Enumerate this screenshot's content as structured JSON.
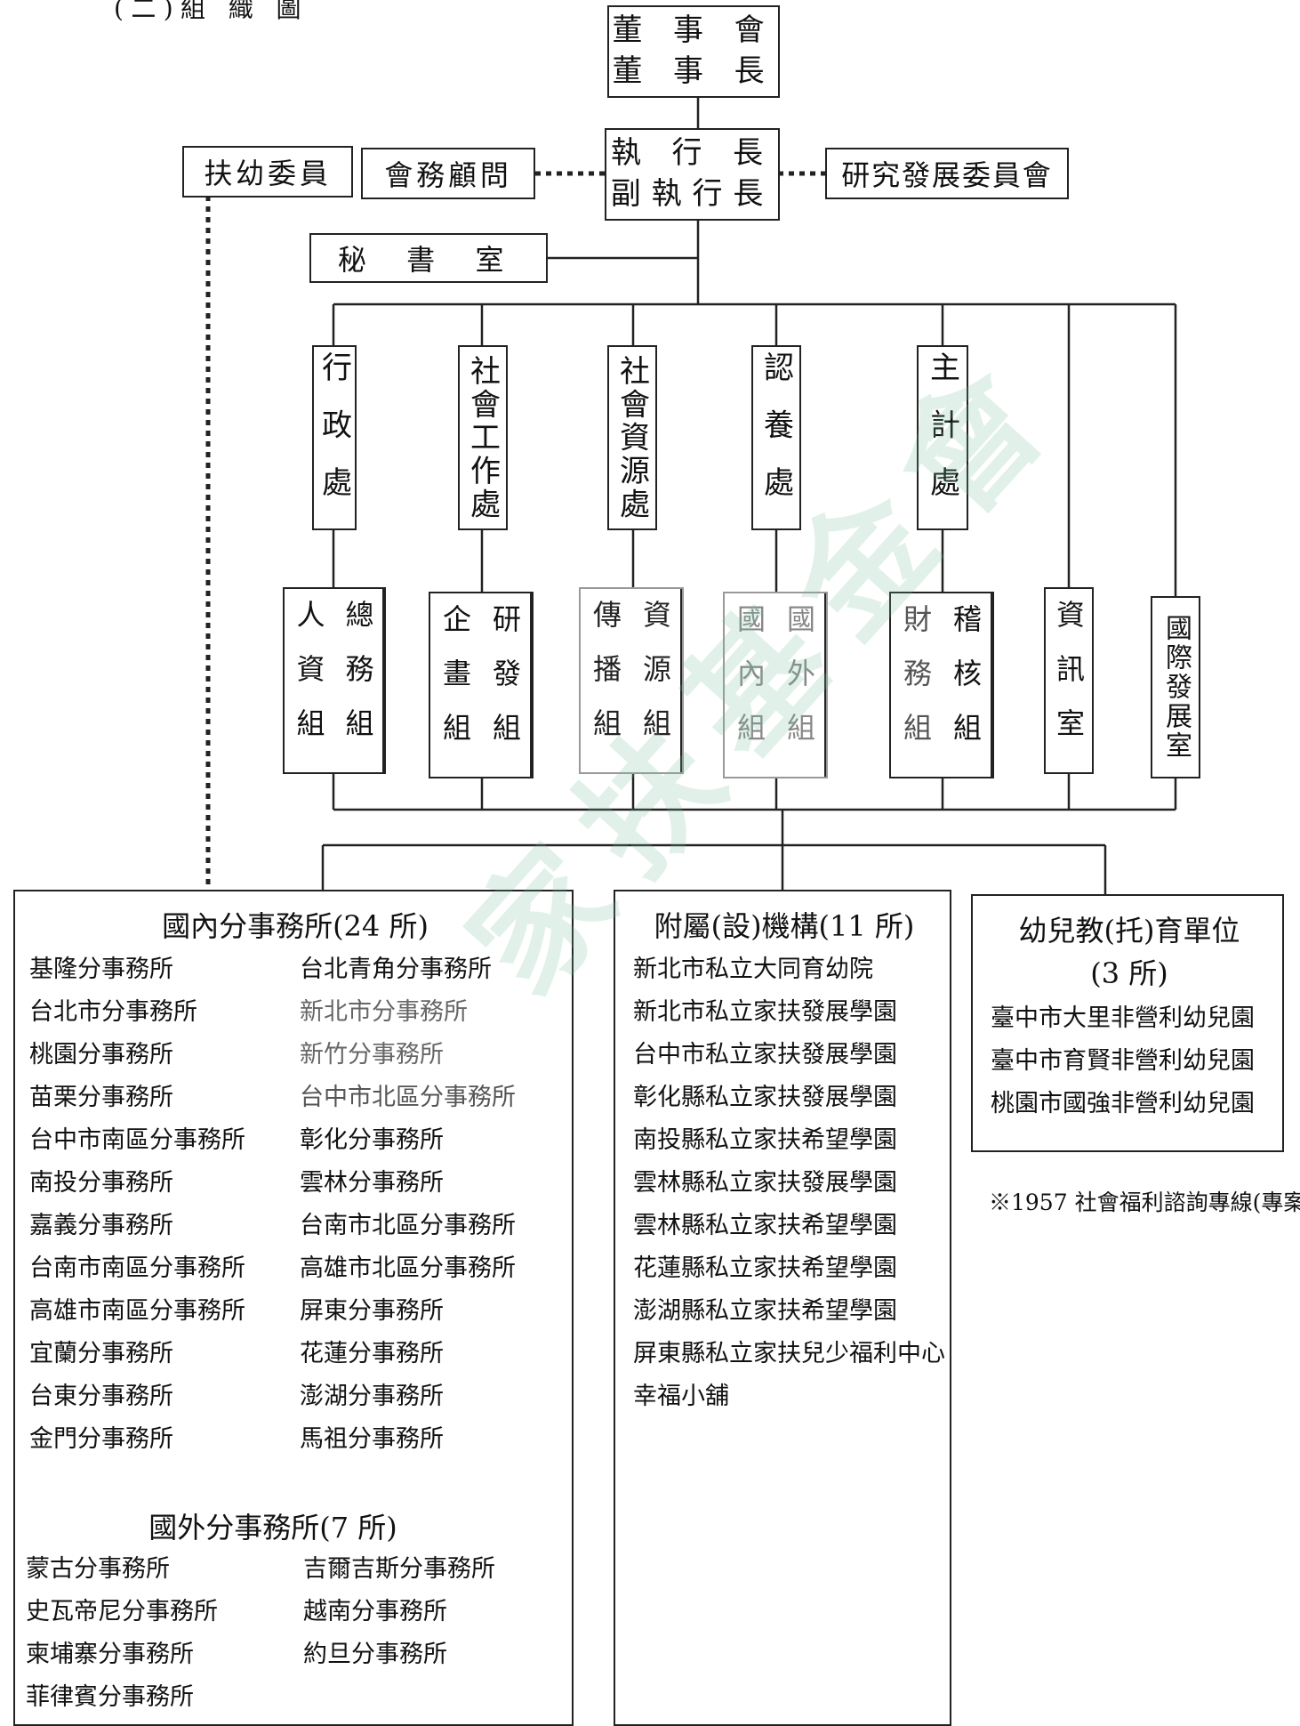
{
  "heading": "(二)組 織 圖",
  "board": {
    "line1": "董 事 會",
    "line2": "董 事 長"
  },
  "ceo": {
    "line1": "執 行 長",
    "line2": "副執行長"
  },
  "advisor": "會務顧問",
  "rd_committee": "研究發展委員會",
  "fuyou": "扶幼委員",
  "secretariat": "秘 書 室",
  "departments": [
    {
      "label": "行政處"
    },
    {
      "label": "社會工作處"
    },
    {
      "label": "社會資源處"
    },
    {
      "label": "認養處"
    },
    {
      "label": "主計處"
    }
  ],
  "groups": [
    [
      "人資組",
      "總務組"
    ],
    [
      "企畫組",
      "研發組"
    ],
    [
      "傳播組",
      "資源組"
    ],
    [
      "國內組",
      "國外組"
    ],
    [
      "財務組",
      "稽核組"
    ]
  ],
  "info_office": "資訊室",
  "intl_office": "國際發展室",
  "domestic": {
    "title": "國內分事務所(24 所)",
    "left": [
      "基隆分事務所",
      "台北市分事務所",
      "桃園分事務所",
      "苗栗分事務所",
      "台中市南區分事務所",
      "南投分事務所",
      "嘉義分事務所",
      "台南市南區分事務所",
      "高雄市南區分事務所",
      "宜蘭分事務所",
      "台東分事務所",
      "金門分事務所"
    ],
    "right": [
      "台北青角分事務所",
      "新北市分事務所",
      "新竹分事務所",
      "台中市北區分事務所",
      "彰化分事務所",
      "雲林分事務所",
      "台南市北區分事務所",
      "高雄市北區分事務所",
      "屏東分事務所",
      "花蓮分事務所",
      "澎湖分事務所",
      "馬祖分事務所"
    ]
  },
  "overseas": {
    "title": "國外分事務所(7 所)",
    "left": [
      "蒙古分事務所",
      "史瓦帝尼分事務所",
      "柬埔寨分事務所",
      "菲律賓分事務所"
    ],
    "right": [
      "吉爾吉斯分事務所",
      "越南分事務所",
      "約旦分事務所"
    ]
  },
  "affiliated": {
    "title": "附屬(設)機構(11 所)",
    "items": [
      "新北市私立大同育幼院",
      "新北市私立家扶發展學園",
      "台中市私立家扶發展學園",
      "彰化縣私立家扶發展學園",
      "南投縣私立家扶希望學園",
      "雲林縣私立家扶發展學園",
      "雲林縣私立家扶希望學園",
      "花蓮縣私立家扶希望學園",
      "澎湖縣私立家扶希望學園",
      "屏東縣私立家扶兒少福利中心",
      "幸福小舖"
    ]
  },
  "preschool": {
    "title1": "幼兒教(托)育單位",
    "title2": "(3 所)",
    "items": [
      "臺中市大里非營利幼兒園",
      "臺中市育賢非營利幼兒園",
      "桃園市國強非營利幼兒園"
    ]
  },
  "note": "※1957 社會福利諮詢專線(專案",
  "watermark": "家扶基金會"
}
